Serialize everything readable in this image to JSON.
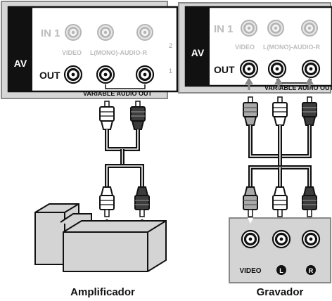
{
  "panel_left": {
    "av": "AV",
    "in1": "IN 1",
    "video": "VIDEO",
    "audio": "L(MONO)-AUDIO-R",
    "out": "OUT",
    "variable": "VARIABLE AUDIO OUT",
    "edge_a": "2",
    "edge_b": "1"
  },
  "panel_right": {
    "av": "AV",
    "in1": "IN 1",
    "video": "VIDEO",
    "audio": "L(MONO)-AUDIO-R",
    "out": "OUT",
    "variable": "VARIABLE AUDIO OUT"
  },
  "recorder": {
    "video": "VIDEO",
    "left": "L",
    "right": "R"
  },
  "captions": {
    "amplifier": "Amplificador",
    "recorder": "Gravador"
  }
}
